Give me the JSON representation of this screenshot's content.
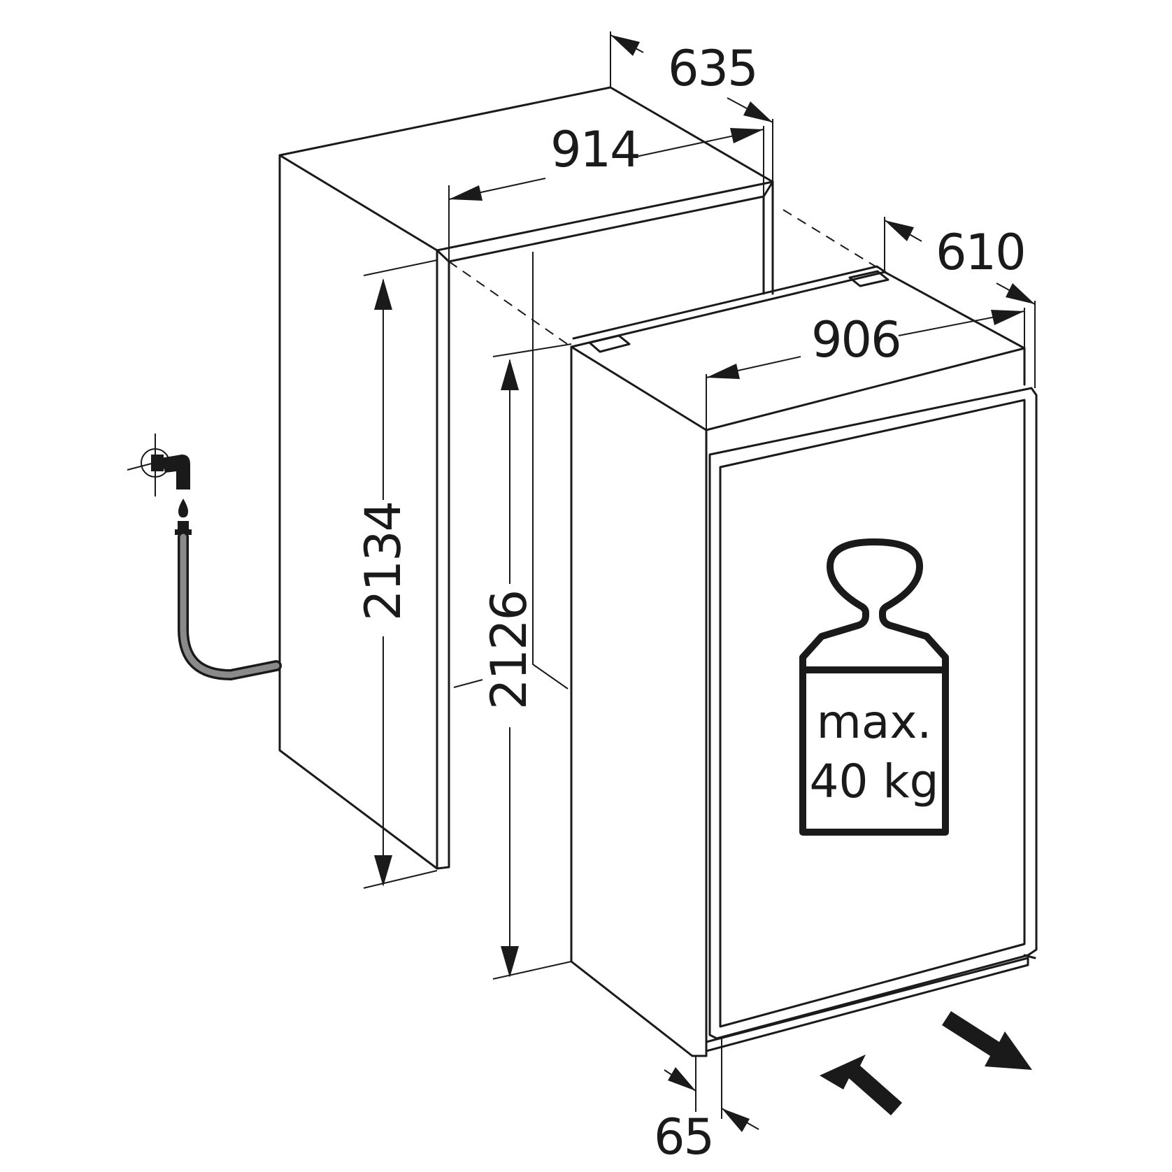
{
  "dimensions": {
    "niche_depth": "635",
    "niche_width": "914",
    "niche_height": "2134",
    "appliance_depth": "610",
    "appliance_width": "906",
    "appliance_height": "2126",
    "door_offset": "65"
  },
  "weight_label": {
    "line1": "max.",
    "line2": "40 kg"
  },
  "icons": {
    "water_tap": "water-tap-icon",
    "weight": "weight-icon",
    "push_in": "push-in-arrow-icon",
    "pull_out": "pull-out-arrow-icon"
  }
}
